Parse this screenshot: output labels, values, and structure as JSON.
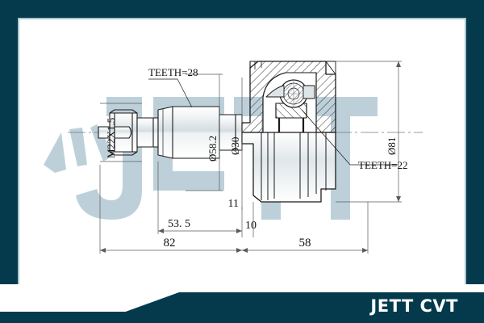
{
  "page": {
    "title": "JETT CVT CV joint technical drawing",
    "border_color": "#043a4c",
    "inner_rule_color": "#a8c4cd",
    "background_color": "#ffffff",
    "drawing_line_color": "#1a1a1a",
    "watermark_color": "#bdd0d9"
  },
  "watermark": {
    "text": "JETT",
    "color": "#bdd0d9"
  },
  "banner": {
    "label": "JETT CVT",
    "background_color": "#043a4c",
    "text_color": "#ffffff"
  },
  "drawing": {
    "callouts": [
      {
        "id": "teeth-28",
        "text": "TEETH=28"
      },
      {
        "id": "teeth-22",
        "text": "TEETH=22"
      }
    ],
    "thread_spec": "M22X1.5",
    "diameters": [
      {
        "id": "dia-58-2",
        "text": "Ø58.2"
      },
      {
        "id": "dia-30",
        "text": "Ø30"
      },
      {
        "id": "dia-81",
        "text": "Ø81"
      }
    ],
    "lengths": [
      {
        "id": "len-53-5",
        "text": "53. 5"
      },
      {
        "id": "len-11",
        "text": "11"
      },
      {
        "id": "len-10",
        "text": "10"
      },
      {
        "id": "len-82",
        "text": "82"
      },
      {
        "id": "len-58",
        "text": "58"
      }
    ]
  }
}
